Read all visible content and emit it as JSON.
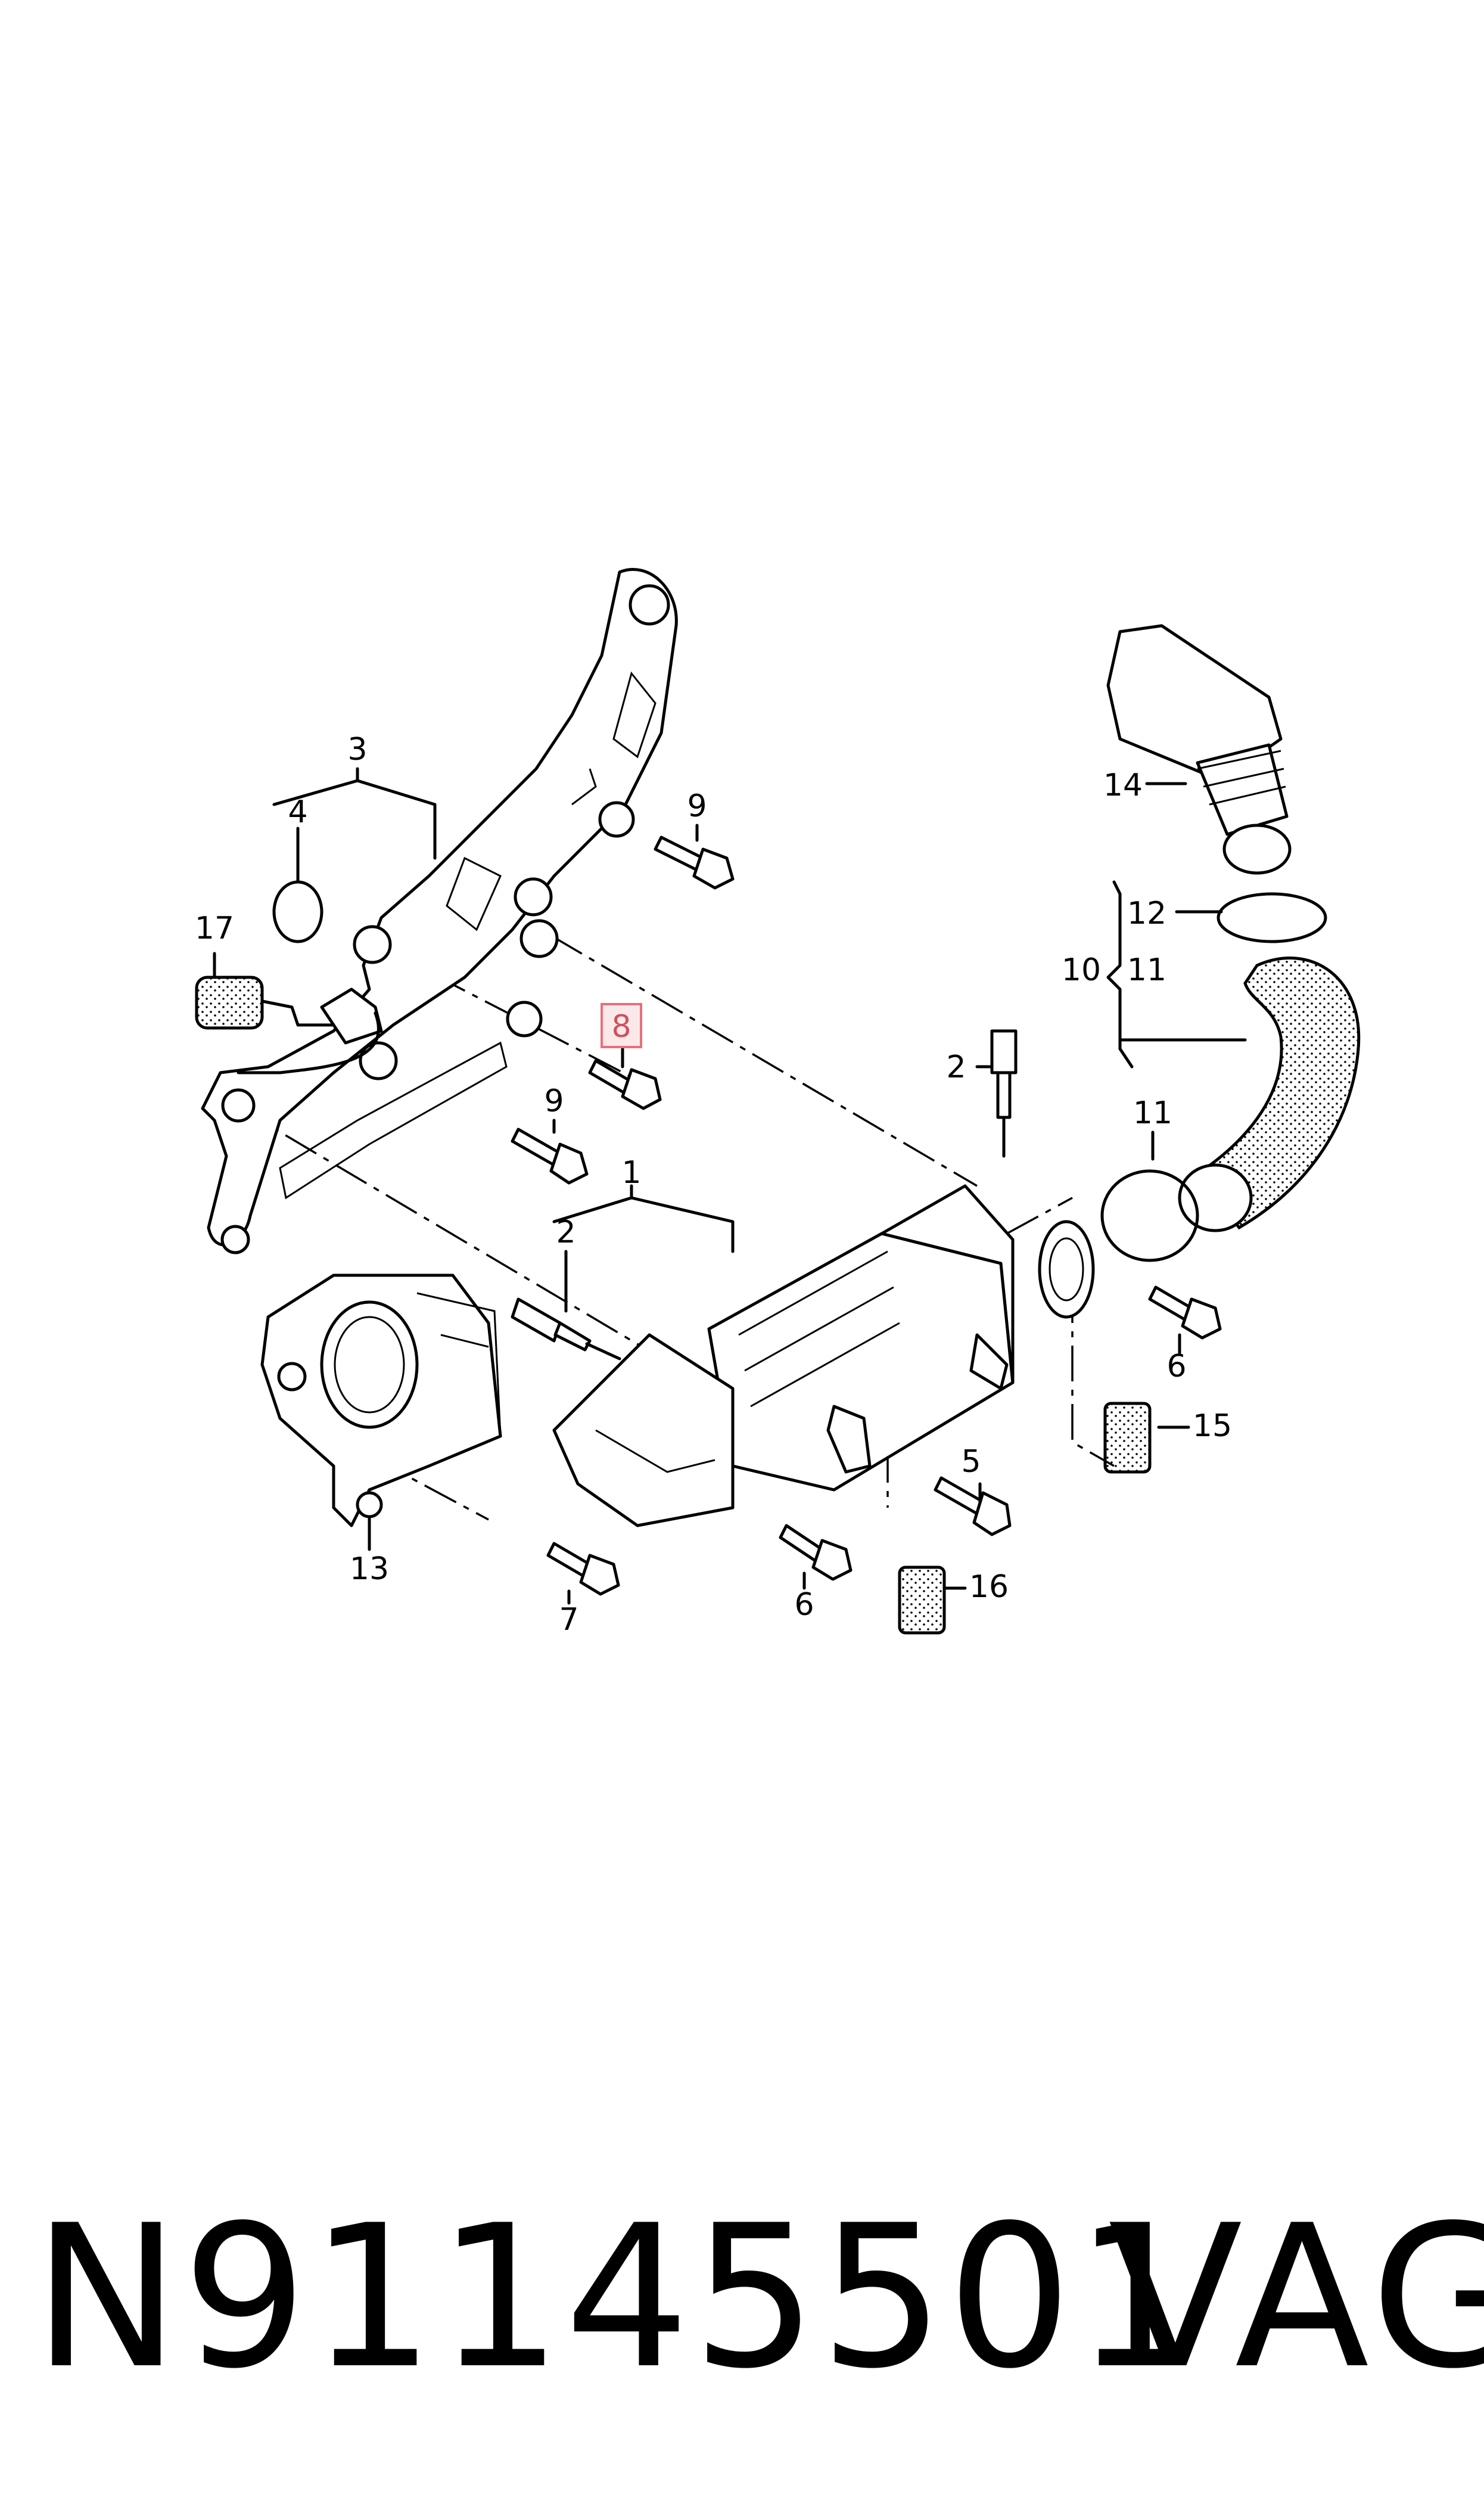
{
  "callouts": {
    "c1": "1",
    "c2a": "2",
    "c2b": "2",
    "c3": "3",
    "c4": "4",
    "c5": "5",
    "c6a": "6",
    "c6b": "6",
    "c7": "7",
    "c8": "8",
    "c9a": "9",
    "c9b": "9",
    "c10": "10",
    "c11a": "11",
    "c11b": "11",
    "c12": "12",
    "c13": "13",
    "c14": "14",
    "c15": "15",
    "c16": "16",
    "c17": "17"
  },
  "highlight_color": "#e8707c",
  "footer": {
    "part_number": "N91145501",
    "brand": "VAG"
  }
}
